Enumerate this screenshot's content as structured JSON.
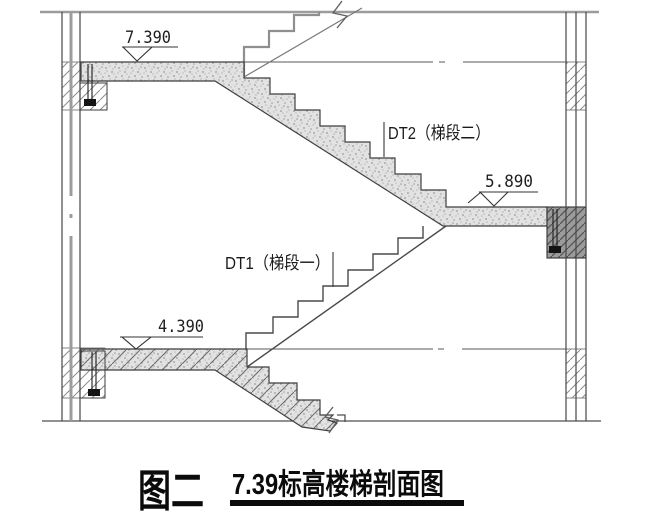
{
  "drawing": {
    "elevations": {
      "upper": "7.390",
      "middle": "5.890",
      "lower": "4.390"
    },
    "flights": {
      "dt2": "DT2（梯段二）",
      "dt1": "DT1（梯段一）"
    },
    "caption": {
      "figure_label": "图二",
      "figure_title": "7.39标高楼梯剖面图"
    },
    "colors": {
      "concrete_fill": "#e2e2e2",
      "concrete_speckle": "#9a9a9a",
      "dark_embed_block": "#9b9b9b",
      "line_dark": "#3f3f3f",
      "line_gray": "#9c9c9c",
      "caption_ink": "#0b0b0b"
    },
    "symbols": [
      "elevation-marker-triangle",
      "break-symbol-zigzag",
      "anchor-dowel",
      "section-hatch"
    ]
  }
}
